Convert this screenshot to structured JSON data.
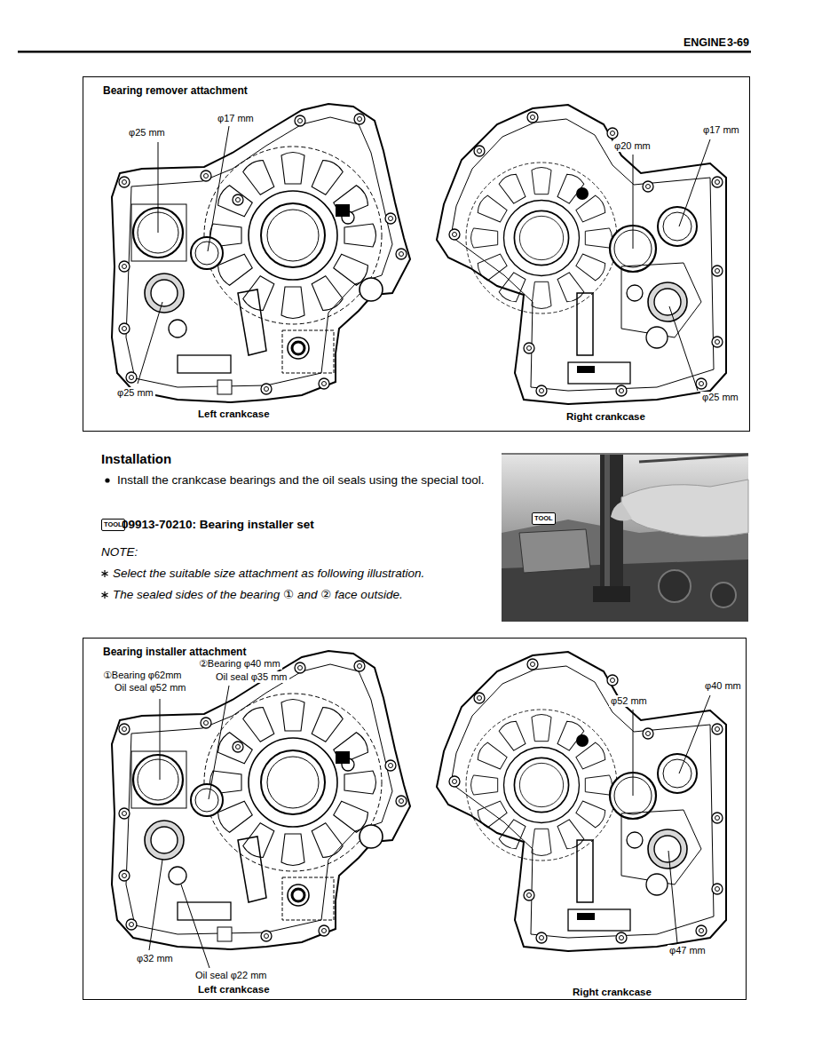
{
  "diagram": {
    "nodes": [
      {
        "text": [
          "Bearing remover attachment"
        ]
      },
      {
        "text": [
          "Bearing installer attachment"
        ]
      }
    ],
    "labels": [
      "ENGINE",
      "3-69",
      "φ25 mm",
      "φ17 mm",
      "φ20 mm",
      "φ17 mm",
      "φ25 mm",
      "φ25 mm",
      "Left crankcase",
      "Right crankcase",
      "Installation",
      "Install the crankcase bearings and the oil seals using the special tool.",
      "TOOL",
      "09913-70210: Bearing installer set",
      "NOTE:",
      "Select the suitable size attachment as following illustration.",
      "The sealed sides of the bearing ① and ② face outside.",
      "TOOL",
      "①Bearing φ62mm",
      "Oil seal φ52 mm",
      "②Bearing φ40 mm",
      "Oil seal φ35 mm",
      "φ32 mm",
      "Oil seal φ22 mm",
      "Left crankcase",
      "φ52 mm",
      "φ40 mm",
      "φ47 mm",
      "Right crankcase"
    ]
  }
}
